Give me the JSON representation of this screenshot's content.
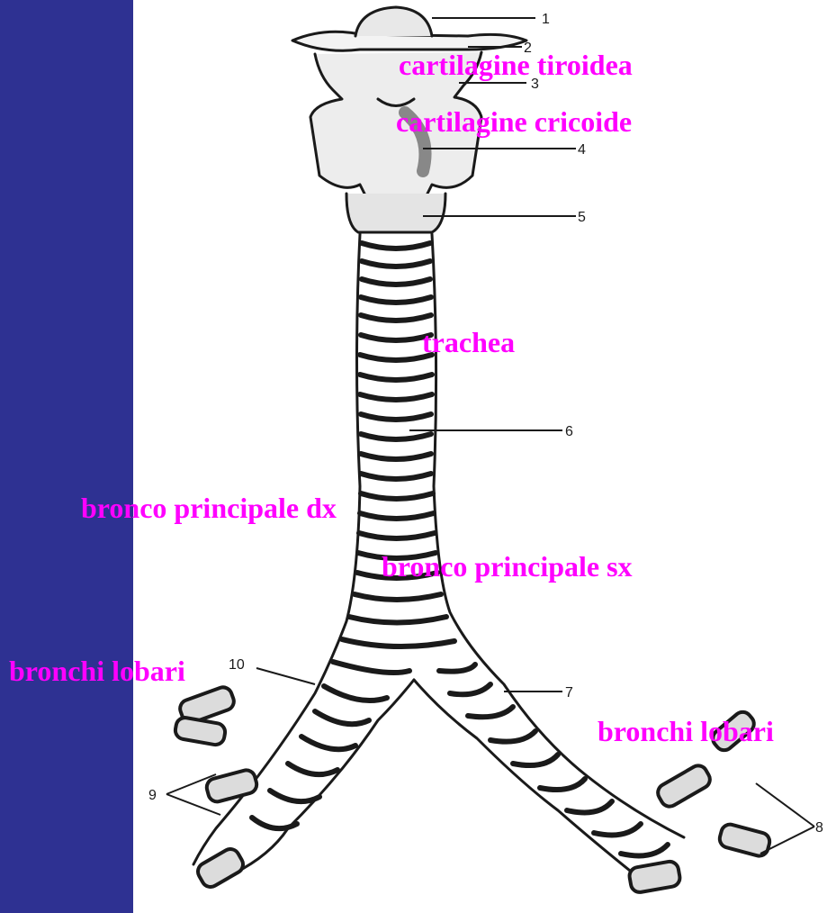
{
  "colors": {
    "side_bar": "#2e3192",
    "label": "#ff00ff",
    "ink": "#1a1a1a"
  },
  "labels": {
    "thyroid": "cartilagine tiroidea",
    "cricoid": "cartilagine cricoide",
    "trachea": "trachea",
    "right_main_bronchus": "bronco principale dx",
    "left_main_bronchus": "bronco principale sx",
    "lobar_right": "bronchi lobari",
    "lobar_left": "bronchi lobari"
  },
  "numbers": [
    "1",
    "2",
    "3",
    "4",
    "5",
    "6",
    "7",
    "8",
    "9",
    "10"
  ]
}
